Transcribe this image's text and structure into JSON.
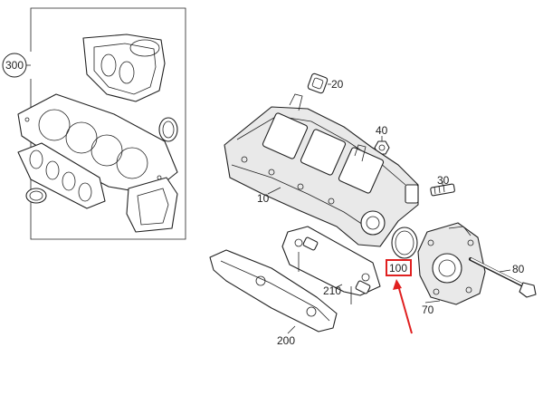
{
  "diagram": {
    "callouts": {
      "c300": "300",
      "c20": "20",
      "c40": "40",
      "c30": "30",
      "c10": "10",
      "c100": "100",
      "c80": "80",
      "c70": "70",
      "c210": "210",
      "c200": "200"
    },
    "colors": {
      "line": "#222222",
      "highlight": "#e02020",
      "arrow": "#e02020",
      "background": "#ffffff"
    },
    "highlighted_callout": "100"
  }
}
